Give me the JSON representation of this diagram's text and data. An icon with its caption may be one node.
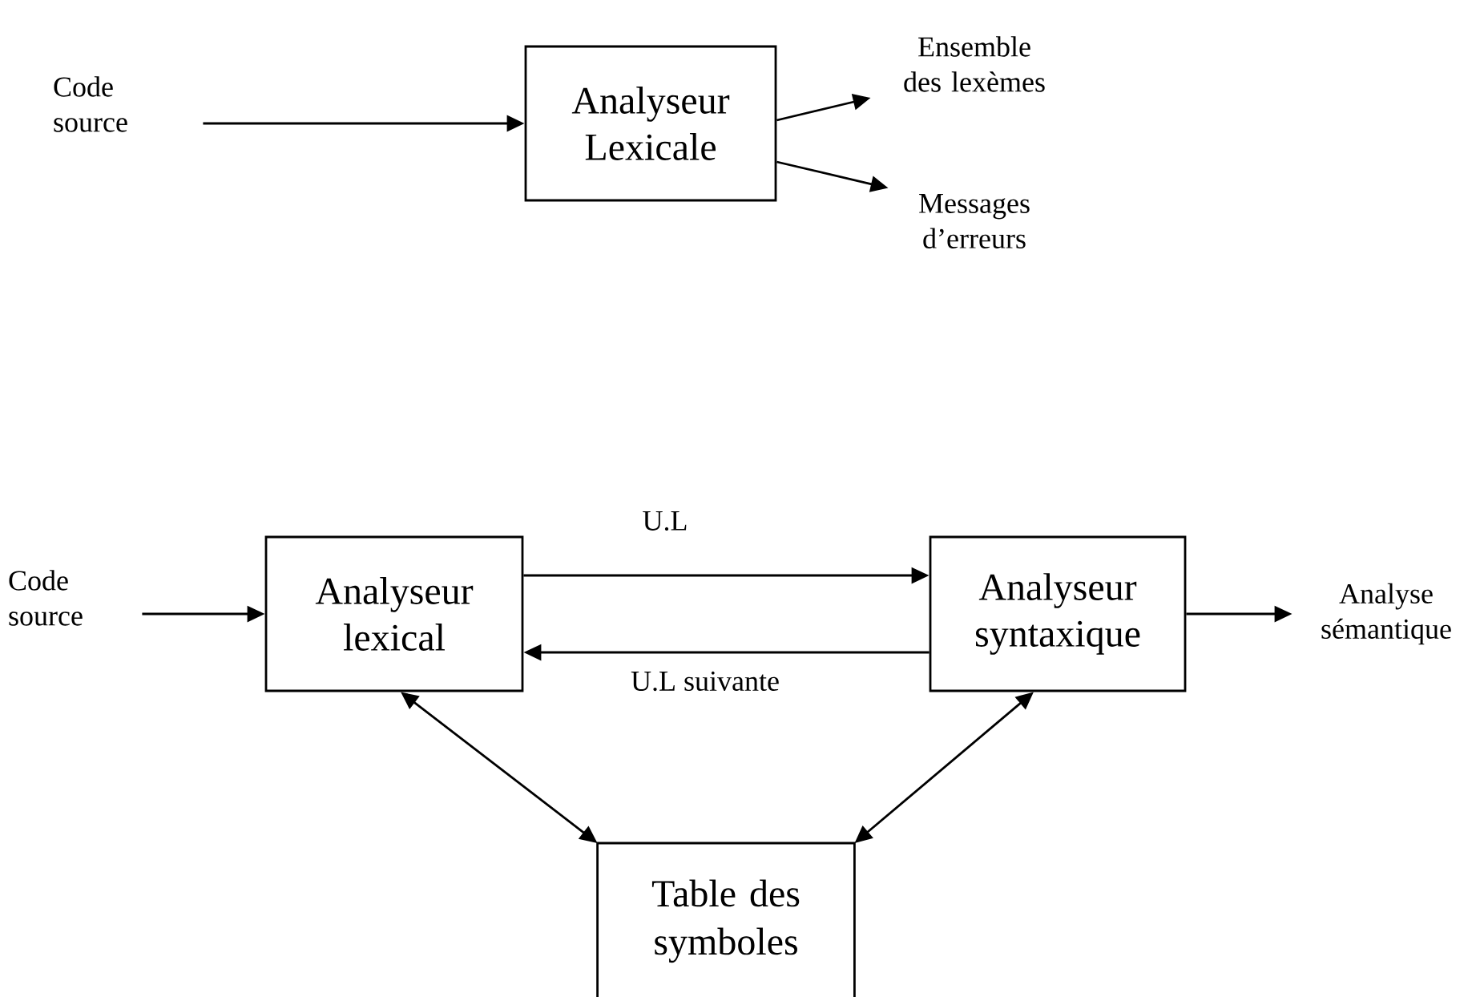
{
  "diagram": {
    "nodes": [
      {
        "text": [
          "Code source"
        ]
      },
      {
        "text": [
          "Analyseur Lexicale"
        ]
      },
      {
        "text": [
          "Ensemble des lexèmes"
        ]
      },
      {
        "text": [
          "Messages d’erreurs"
        ]
      },
      {
        "text": [
          "Code source"
        ]
      },
      {
        "text": [
          "Analyseur lexical"
        ]
      },
      {
        "text": [
          "Analyseur syntaxique"
        ]
      },
      {
        "text": [
          "Analyse sémantique"
        ]
      },
      {
        "text": [
          "Table des symboles"
        ]
      }
    ],
    "edges": [
      {
        "from": 0,
        "to": 1,
        "arrow": "to"
      },
      {
        "from": 1,
        "to": 2,
        "arrow": "to"
      },
      {
        "from": 1,
        "to": 3,
        "arrow": "to"
      },
      {
        "from": 4,
        "to": 5,
        "arrow": "to"
      },
      {
        "from": 5,
        "to": 6,
        "arrow": "to",
        "label": "U.L"
      },
      {
        "from": 6,
        "to": 5,
        "arrow": "to",
        "label": "U.L suivante"
      },
      {
        "from": 6,
        "to": 7,
        "arrow": "to"
      },
      {
        "from": 5,
        "to": 8,
        "arrow": "both"
      },
      {
        "from": 6,
        "to": 8,
        "arrow": "both"
      }
    ]
  }
}
